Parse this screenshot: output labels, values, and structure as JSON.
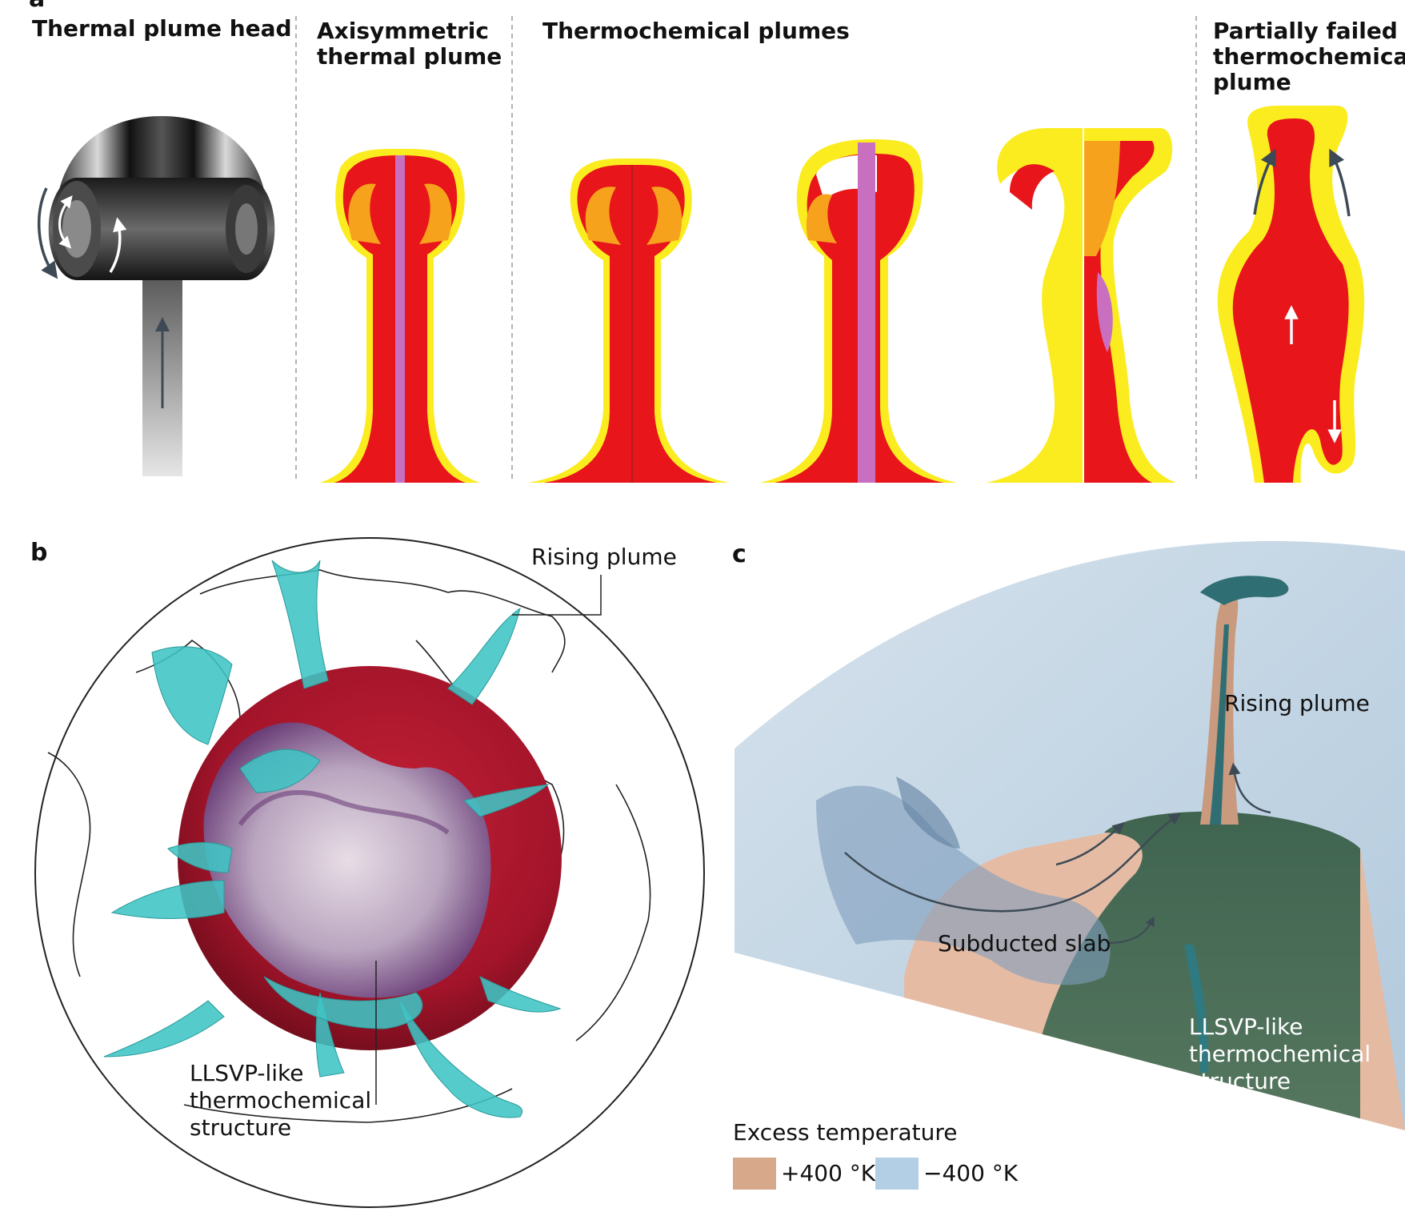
{
  "panel_a": {
    "partial_letter": "a",
    "sections": [
      {
        "title_lines": [
          "Thermal plume head"
        ]
      },
      {
        "title_lines": [
          "Axisymmetric",
          "thermal plume"
        ]
      },
      {
        "title_lines": [
          "Thermochemical plumes"
        ]
      },
      {
        "title_lines": [
          "Partially failed",
          "thermochemical",
          "plume"
        ]
      }
    ],
    "colors": {
      "hot": "#e8151b",
      "warm": "#f7a21c",
      "edge": "#fbec1f",
      "chem": "#c86fc0"
    }
  },
  "panel_b": {
    "letter": "b",
    "rising_plume_label": "Rising plume",
    "llsvp_label_lines": [
      "LLSVP-like",
      "thermochemical",
      "structure"
    ],
    "colors": {
      "core": "#a3142a",
      "plume": "#3fc4c4"
    }
  },
  "panel_c": {
    "letter": "c",
    "rising_plume_label": "Rising plume",
    "subducted_slab_label": "Subducted slab",
    "llsvp_label_lines": [
      "LLSVP-like",
      "thermochemical",
      "structure"
    ],
    "colors": {
      "mantle": "#bccfdf",
      "llsvp": "#4a6d57"
    }
  },
  "legend": {
    "title": "Excess temperature",
    "items": [
      {
        "label": "+400 °K",
        "color": "#d8a88a"
      },
      {
        "label": "−400 °K",
        "color": "#b3cfe6"
      }
    ]
  }
}
